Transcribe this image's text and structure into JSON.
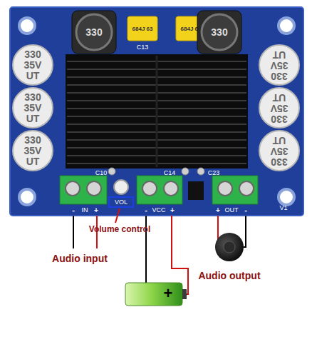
{
  "diagram": {
    "nodes": [
      {
        "text": [
          "330"
        ]
      },
      {
        "text": [
          "684J 63"
        ]
      },
      {
        "text": [
          "684J 63"
        ]
      },
      {
        "text": [
          "330"
        ]
      },
      {
        "text": [
          "330 35V UT"
        ]
      },
      {
        "text": [
          "330 35V UT"
        ]
      },
      {
        "text": [
          "330 35V UT"
        ]
      },
      {
        "text": [
          "330 35V UT"
        ]
      },
      {
        "text": [
          "330 35V UT"
        ]
      },
      {
        "text": [
          "330 35V UT"
        ]
      }
    ],
    "labels": [
      "C13",
      "C10",
      "C14",
      "C23",
      "V1",
      "-",
      "IN",
      "+",
      "VOL",
      "-",
      "VCC",
      "+",
      "+",
      "OUT",
      "-",
      "Volume control",
      "Audio input",
      "+",
      "Audio output"
    ]
  }
}
